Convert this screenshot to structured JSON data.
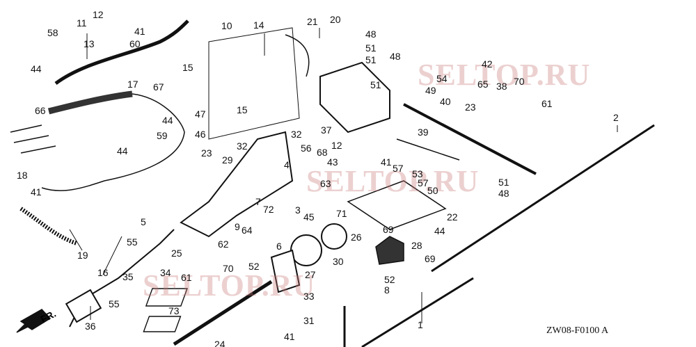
{
  "diagram_code": "ZW08-F0100 A",
  "front_marker": "FR.",
  "watermark": "SELTOP.RU",
  "part_labels": [
    "11",
    "12",
    "41",
    "60",
    "13",
    "58",
    "44",
    "10",
    "14",
    "21",
    "20",
    "48",
    "51",
    "51",
    "48",
    "42",
    "54",
    "51",
    "49",
    "65",
    "38",
    "70",
    "61",
    "23",
    "40",
    "17",
    "67",
    "15",
    "15",
    "66",
    "44",
    "47",
    "46",
    "59",
    "44",
    "37",
    "32",
    "32",
    "56",
    "68",
    "4",
    "43",
    "41",
    "12",
    "39",
    "2",
    "57",
    "53",
    "57",
    "50",
    "51",
    "48",
    "23",
    "29",
    "18",
    "41",
    "63",
    "7",
    "72",
    "71",
    "3",
    "45",
    "22",
    "5",
    "9",
    "64",
    "69",
    "44",
    "26",
    "62",
    "6",
    "19",
    "16",
    "55",
    "25",
    "28",
    "69",
    "30",
    "52",
    "34",
    "70",
    "27",
    "61",
    "35",
    "55",
    "36",
    "52",
    "8",
    "33",
    "73",
    "31",
    "1",
    "24",
    "41"
  ]
}
